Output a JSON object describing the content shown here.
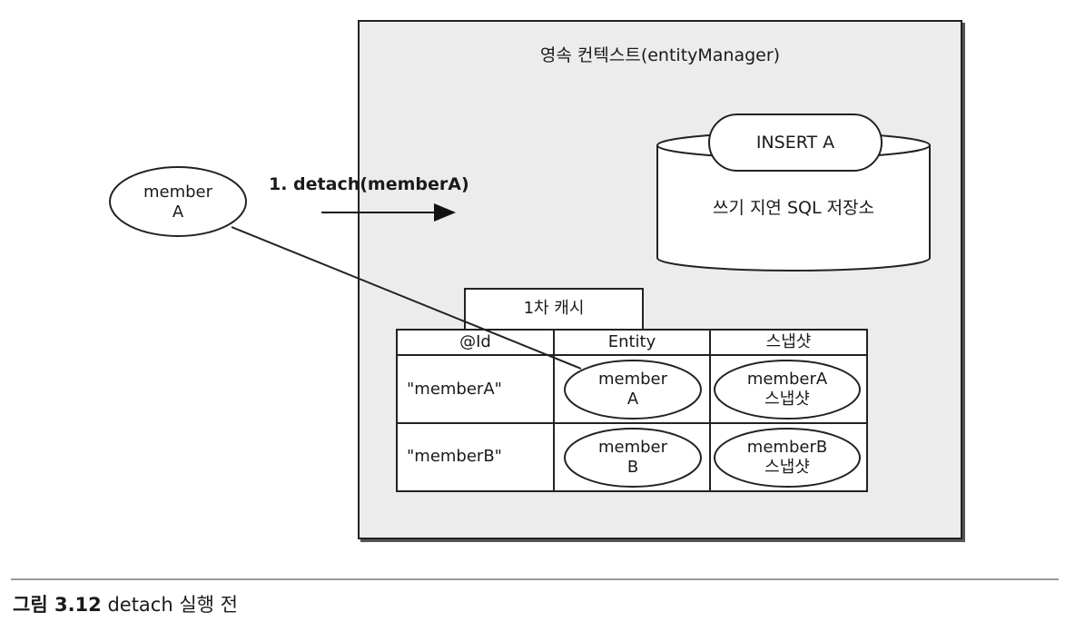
{
  "persistence_context": {
    "title": "영속 컨텍스트(entityManager)"
  },
  "sql_store": {
    "query": "INSERT A",
    "label": "쓰기 지연 SQL 저장소"
  },
  "detached_entity": {
    "line1": "member",
    "line2": "A"
  },
  "action": {
    "label": "1. detach(memberA)"
  },
  "first_level_cache": {
    "label": "1차 캐시",
    "columns": [
      "@Id",
      "Entity",
      "스냅샷"
    ],
    "rows": [
      {
        "id": "\"memberA\"",
        "entity_line1": "member",
        "entity_line2": "A",
        "snapshot_line1": "memberA",
        "snapshot_line2": "스냅샷"
      },
      {
        "id": "\"memberB\"",
        "entity_line1": "member",
        "entity_line2": "B",
        "snapshot_line1": "memberB",
        "snapshot_line2": "스냅샷"
      }
    ]
  },
  "caption": {
    "number": "그림 3.12",
    "text": "detach 실행 전"
  }
}
